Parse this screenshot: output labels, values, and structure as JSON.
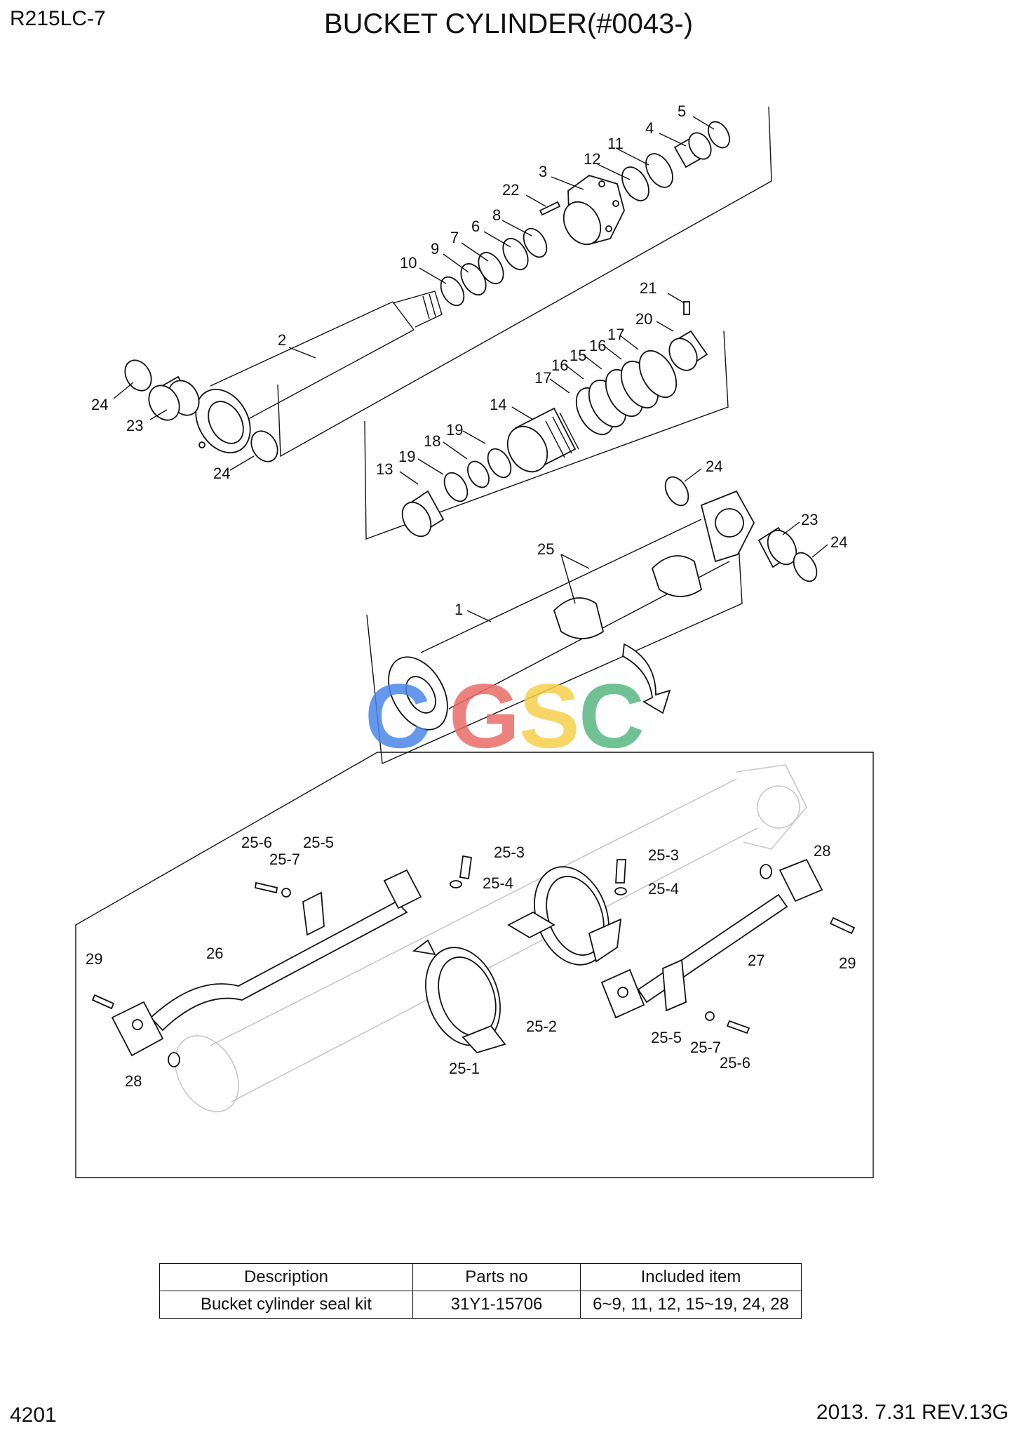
{
  "header": {
    "model": "R215LC-7",
    "title": "BUCKET CYLINDER(#0043-)"
  },
  "footer": {
    "page_number": "4201",
    "revision": "2013. 7.31  REV.13G"
  },
  "watermark": {
    "text": "CGSC",
    "colors": [
      "#4a86e8",
      "#ea6b66",
      "#f6cf4a",
      "#57b783"
    ]
  },
  "callouts": {
    "top": [
      "5",
      "4",
      "11",
      "12",
      "3",
      "22",
      "8",
      "6",
      "7",
      "9",
      "10",
      "2",
      "24",
      "23",
      "24"
    ],
    "middle": [
      "21",
      "20",
      "17",
      "16",
      "15",
      "17",
      "16",
      "14",
      "19",
      "18",
      "19",
      "13"
    ],
    "barrel": [
      "24",
      "23",
      "24",
      "25",
      "1"
    ],
    "detail": [
      "25-6",
      "25-7",
      "25-5",
      "25-3",
      "25-4",
      "25-3",
      "25-4",
      "28",
      "29",
      "26",
      "27",
      "29",
      "25-2",
      "25-1",
      "28",
      "25-5",
      "25-7",
      "25-6"
    ]
  },
  "seal_kit_table": {
    "headers": [
      "Description",
      "Parts no",
      "Included item"
    ],
    "rows": [
      [
        "Bucket  cylinder seal kit",
        "31Y1-15706",
        "6~9, 11, 12, 15~19, 24, 28"
      ]
    ]
  }
}
